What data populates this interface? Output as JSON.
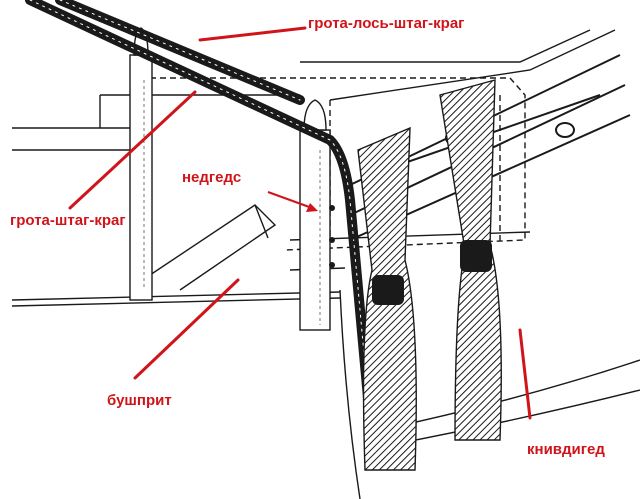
{
  "labels": {
    "grota_los_shtag_krag": "грота-лось-штаг-краг",
    "grota_shtag_krag": "грота-штаг-краг",
    "nedgeds": "недгедс",
    "bushprit": "бушприт",
    "knyavdiged": "книвдигед"
  },
  "colors": {
    "label": "#d0141a",
    "pointer": "#d0141a",
    "ink": "#1a1a1a",
    "paper": "#ffffff"
  }
}
